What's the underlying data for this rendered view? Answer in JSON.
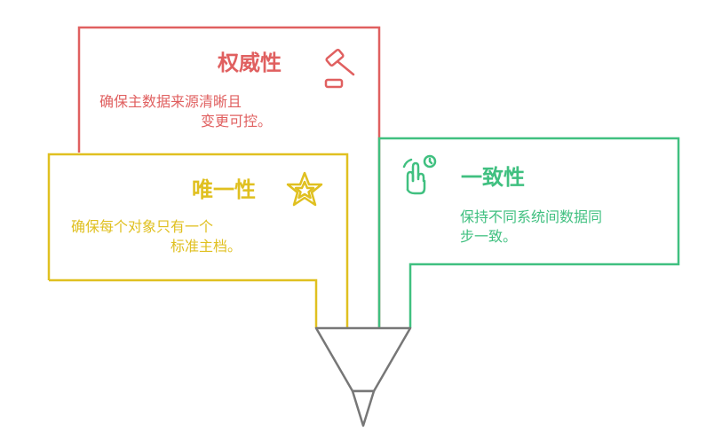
{
  "colors": {
    "authority": "#e06060",
    "uniqueness": "#e0c020",
    "consistency": "#40c080",
    "funnel": "#777777"
  },
  "authority": {
    "title": "权威性",
    "desc_line1": "确保主数据来源清晰且",
    "desc_line2": "变更可控。",
    "icon": "gavel-icon"
  },
  "uniqueness": {
    "title": "唯一性",
    "desc_line1": "确保每个对象只有一个",
    "desc_line2": "标准主档。",
    "icon": "star-icon"
  },
  "consistency": {
    "title": "一致性",
    "desc_line1": "保持不同系统间数据同",
    "desc_line2": "步一致。",
    "icon": "hand-gesture-icon"
  }
}
